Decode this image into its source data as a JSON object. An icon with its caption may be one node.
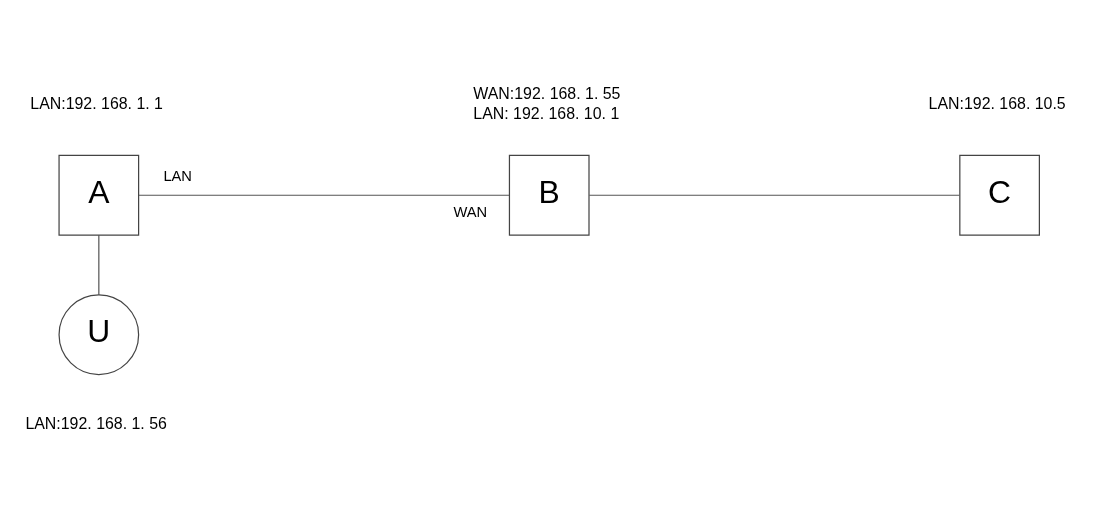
{
  "diagram": {
    "nodes": [
      {
        "text": [
          "A"
        ],
        "beside": [
          "LAN:192. 168. 1. 1"
        ]
      },
      {
        "text": [
          "B"
        ],
        "beside": [
          "WAN:192. 168. 1. 55",
          "LAN: 192. 168. 10. 1"
        ]
      },
      {
        "text": [
          "C"
        ],
        "beside": [
          "LAN:192. 168. 10.5"
        ]
      },
      {
        "text": [
          "U"
        ],
        "beside": [
          "LAN:192. 168. 1. 56"
        ]
      }
    ],
    "edges": [
      {
        "from": 0,
        "to": 1,
        "arrow": "none"
      },
      {
        "from": 1,
        "to": 2,
        "arrow": "none"
      },
      {
        "from": 0,
        "to": 3,
        "arrow": "none"
      }
    ],
    "labels": [
      "LAN",
      "WAN"
    ]
  }
}
